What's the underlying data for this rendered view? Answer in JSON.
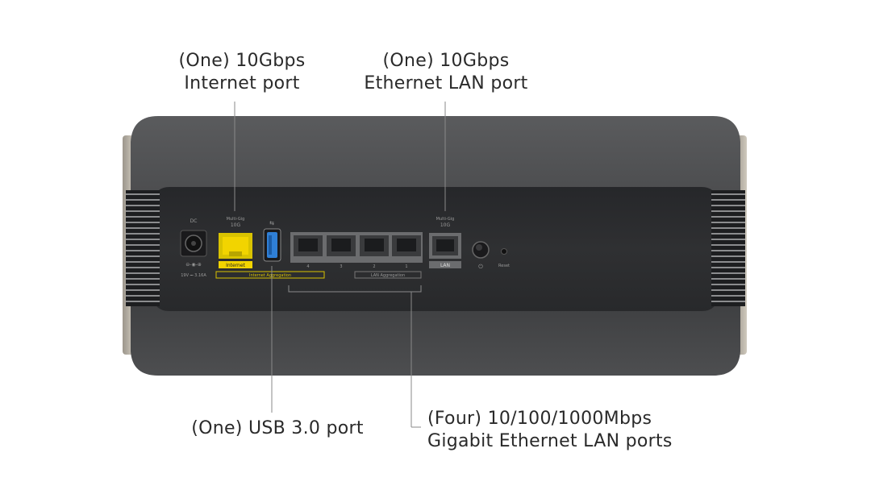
{
  "callouts": {
    "internet_port": {
      "line1": "(One) 10Gbps",
      "line2": "Internet port"
    },
    "ethernet_lan_port": {
      "line1": "(One) 10Gbps",
      "line2": "Ethernet LAN port"
    },
    "usb_port": {
      "line1": "(One) USB 3.0 port"
    },
    "gigabit_ports": {
      "line1": "(Four) 10/100/1000Mbps",
      "line2": "Gigabit Ethernet LAN ports"
    }
  },
  "panel_labels": {
    "dc": "DC",
    "power_spec": "19V ⎓ 3.16A",
    "internet_speed_top": "Multi-Gig",
    "internet_speed": "10G",
    "internet": "Internet",
    "internet_aggregation": "Internet Aggregation",
    "lan_speed_top": "Multi-Gig",
    "lan_speed": "10G",
    "lan": "LAN",
    "lan_aggregation": "LAN Aggregation",
    "reset": "Reset",
    "port_numbers": [
      "4",
      "3",
      "2",
      "1"
    ]
  },
  "colors": {
    "body": "#4a4b4d",
    "panel": "#2e2f31",
    "internet_accent": "#f2d400",
    "usb_accent": "#2f7fd6",
    "leader_line": "#8a8a8a"
  },
  "icons": [
    "usb-icon",
    "power-icon"
  ]
}
